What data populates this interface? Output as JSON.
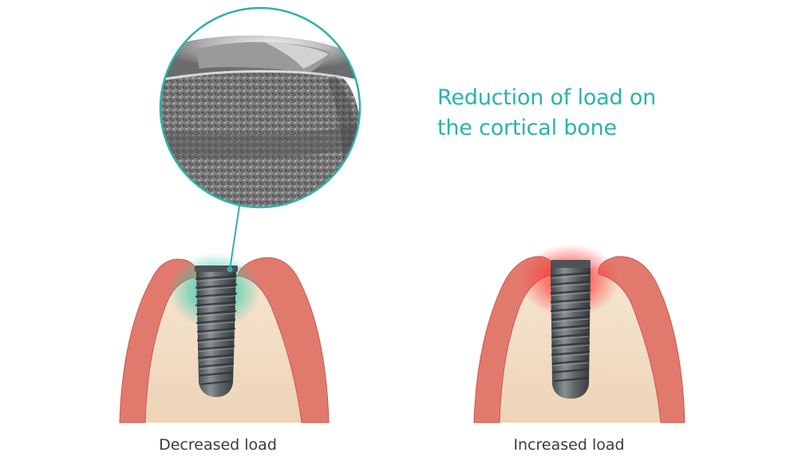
{
  "headline": {
    "line1": "Reduction of load on",
    "line2": "the cortical bone"
  },
  "panels": [
    {
      "caption": "Decreased load",
      "stress_level": "decreased",
      "stress_color": "#2fd1b2"
    },
    {
      "caption": "Increased load",
      "stress_level": "increased",
      "stress_color": "#ff2a2a"
    }
  ],
  "colors": {
    "accent": "#2ab3aa",
    "gum": "#e0776b",
    "bone": "#f1dcc5",
    "implant": "#5b6165",
    "caption_text": "#3b3b3b"
  },
  "icons": {
    "magnifier": "magnifier-circle-icon",
    "implant": "dental-implant-icon"
  }
}
